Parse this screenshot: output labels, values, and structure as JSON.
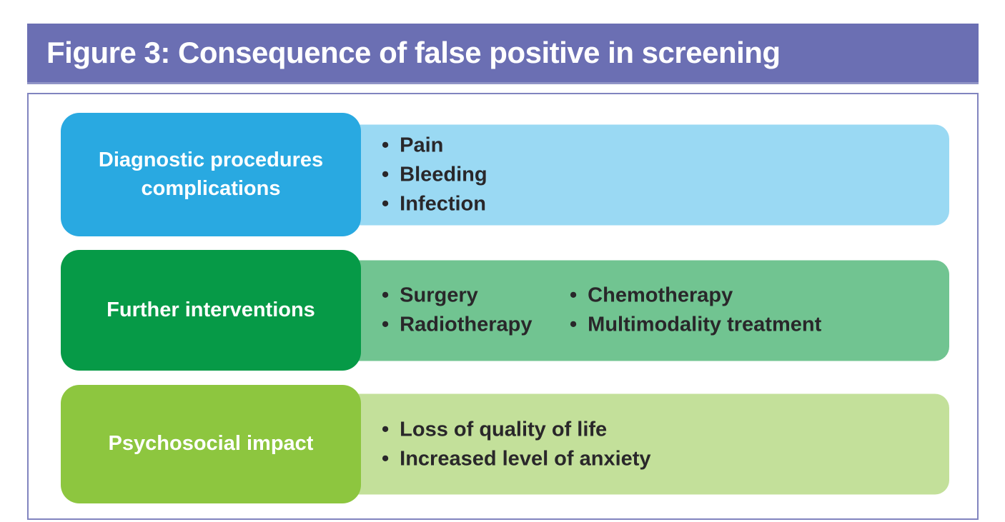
{
  "figure": {
    "title": "Figure 3: Consequence of false positive in screening",
    "bullet_char": "•"
  },
  "colors": {
    "header_background": "#6b6fb3",
    "frame_border": "#8184bf",
    "row1_label_bg": "#29a9e1",
    "row1_bar_bg": "#9ad9f3",
    "row2_label_bg": "#069a47",
    "row2_bar_bg": "#71c491",
    "row3_label_bg": "#8dc63f",
    "row3_bar_bg": "#c3e09a",
    "label_text": "#ffffff",
    "bullet_text": "#29272a"
  },
  "rows": [
    {
      "label": "Diagnostic procedures complications",
      "columns": [
        [
          "Pain",
          "Bleeding",
          "Infection"
        ]
      ]
    },
    {
      "label": "Further interventions",
      "columns": [
        [
          "Surgery",
          "Radiotherapy"
        ],
        [
          "Chemotherapy",
          "Multimodality treatment"
        ]
      ]
    },
    {
      "label": "Psychosocial impact",
      "columns": [
        [
          "Loss of quality of life",
          "Increased level of anxiety"
        ]
      ]
    }
  ]
}
